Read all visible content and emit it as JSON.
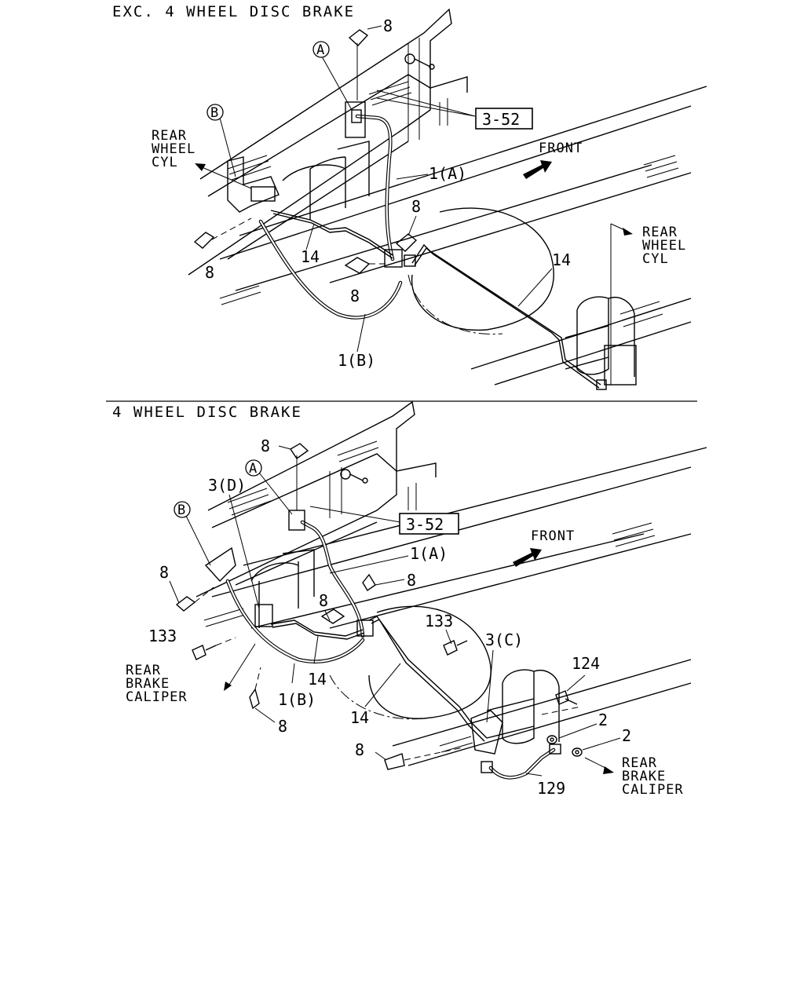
{
  "top": {
    "title": "EXC. 4 WHEEL DISC BRAKE",
    "labels": {
      "clip_top": "8",
      "callout_a": "A",
      "callout_b": "B",
      "ref_box": "3-52",
      "front": "FRONT",
      "rear_wheel_cyl_left": [
        "REAR",
        "WHEEL",
        "CYL"
      ],
      "rear_wheel_cyl_right": [
        "REAR",
        "WHEEL",
        "CYL"
      ],
      "hose_1a": "1(A)",
      "hose_1b": "1(B)",
      "pipe_14_left": "14",
      "pipe_14_right": "14",
      "clip_left": "8",
      "clip_mid": "8",
      "clip_right": "8"
    }
  },
  "bottom": {
    "title": "4 WHEEL DISC BRAKE",
    "labels": {
      "clip_top": "8",
      "callout_a": "A",
      "callout_b": "B",
      "part_3d": "3(D)",
      "ref_box": "3-52",
      "front": "FRONT",
      "hose_1a": "1(A)",
      "clip_right_upper": "8",
      "clip_left": "8",
      "clip_mid": "8",
      "bolt_133_left": "133",
      "bolt_133_right": "133",
      "part_3c": "3(C)",
      "bolt_124": "124",
      "washer_2_upper": "2",
      "washer_2_lower": "2",
      "rear_brake_caliper_left": [
        "REAR",
        "BRAKE",
        "CALIPER"
      ],
      "rear_brake_caliper_right": [
        "REAR",
        "BRAKE",
        "CALIPER"
      ],
      "pipe_14_mid": "14",
      "pipe_14_lower": "14",
      "hose_1b": "1(B)",
      "clip_bottom_left": "8",
      "clip_bottom": "8",
      "hose_129": "129"
    }
  },
  "colors": {
    "ink": "#000000",
    "paper": "#ffffff"
  }
}
